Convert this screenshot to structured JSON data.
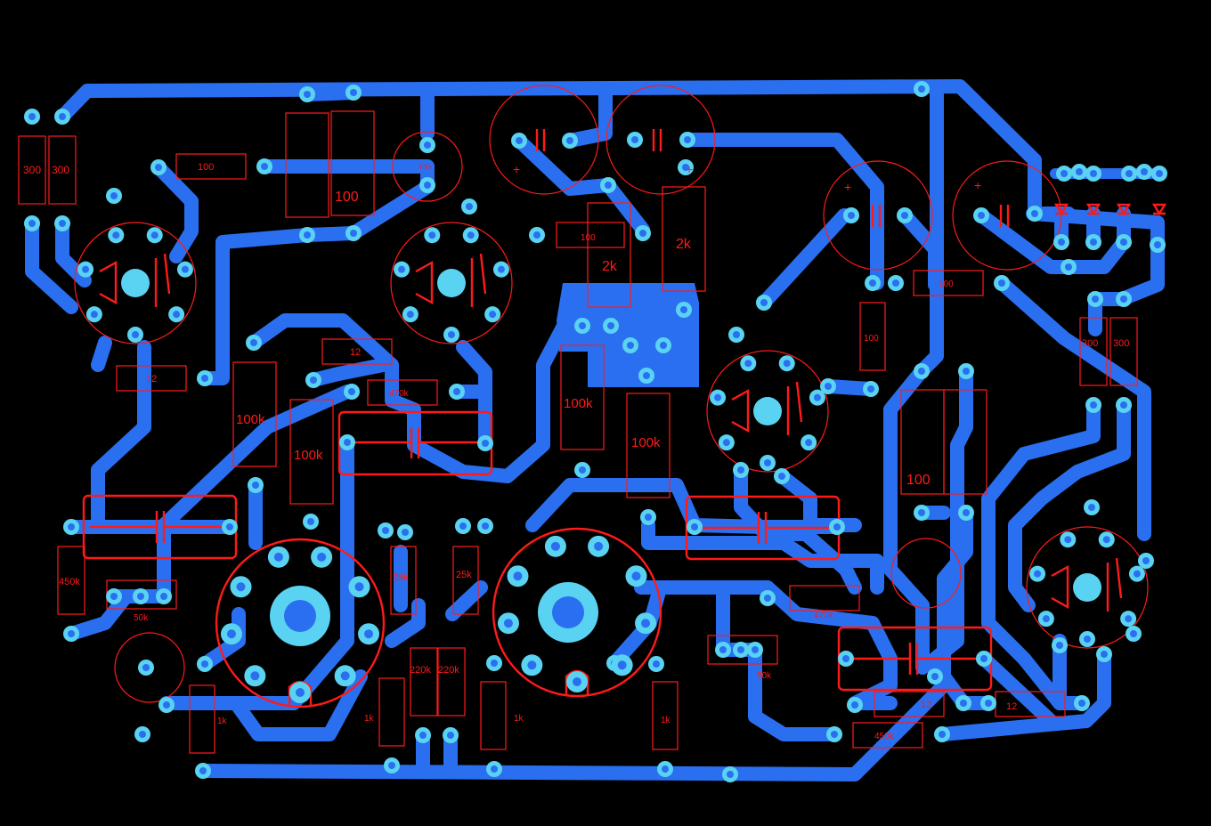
{
  "colors": {
    "background": "#000000",
    "trace": "#2a6ff0",
    "pad": "#5ad2f2",
    "silkscreen": "#ff1a1a"
  },
  "labels": {
    "r300_a": "300",
    "r300_b": "300",
    "r100_top": "100",
    "r100_big": "100",
    "r470k_cap_top": "470k",
    "r100_mid": "100",
    "r2k_a": "2k",
    "r2k_b": "2k",
    "r12_left": "12",
    "r12_mid": "12",
    "r470k_mid": "470k",
    "r100k_a": "100k",
    "r100k_b": "100k",
    "r100k_c": "100k",
    "r100k_d": "100k",
    "r100_right_small": "100",
    "r100_right_vert": "100",
    "r100_right_big": "100",
    "r300_c": "300",
    "r300_d": "300",
    "r450k_left": "450k",
    "r50k_left": "50k",
    "r25k_a": "25k",
    "r25k_b": "25k",
    "r220k_a": "220k",
    "r220k_b": "220k",
    "r1k_a": "1k",
    "r1k_b": "1k",
    "r1k_c": "1k",
    "r1k_d": "1k",
    "r470k_right": "470k",
    "r50k_right": "50k",
    "r12_right_a": "12",
    "r12_right_b": "12",
    "r450k_bottom": "450k",
    "cap_plus": "+"
  }
}
